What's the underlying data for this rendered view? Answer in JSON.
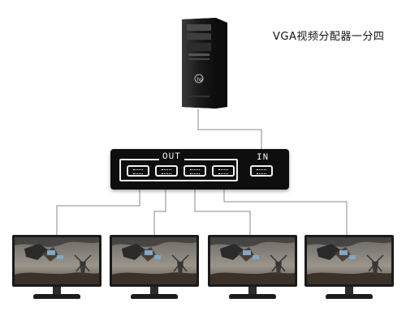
{
  "title": "VGA视频分配器一分四",
  "splitter": {
    "out_label": "OUT",
    "in_label": "IN"
  },
  "computer": {
    "brand_icon": "hp-logo-icon"
  },
  "monitors": [
    {
      "name": "monitor-1"
    },
    {
      "name": "monitor-2"
    },
    {
      "name": "monitor-3"
    },
    {
      "name": "monitor-4"
    }
  ]
}
